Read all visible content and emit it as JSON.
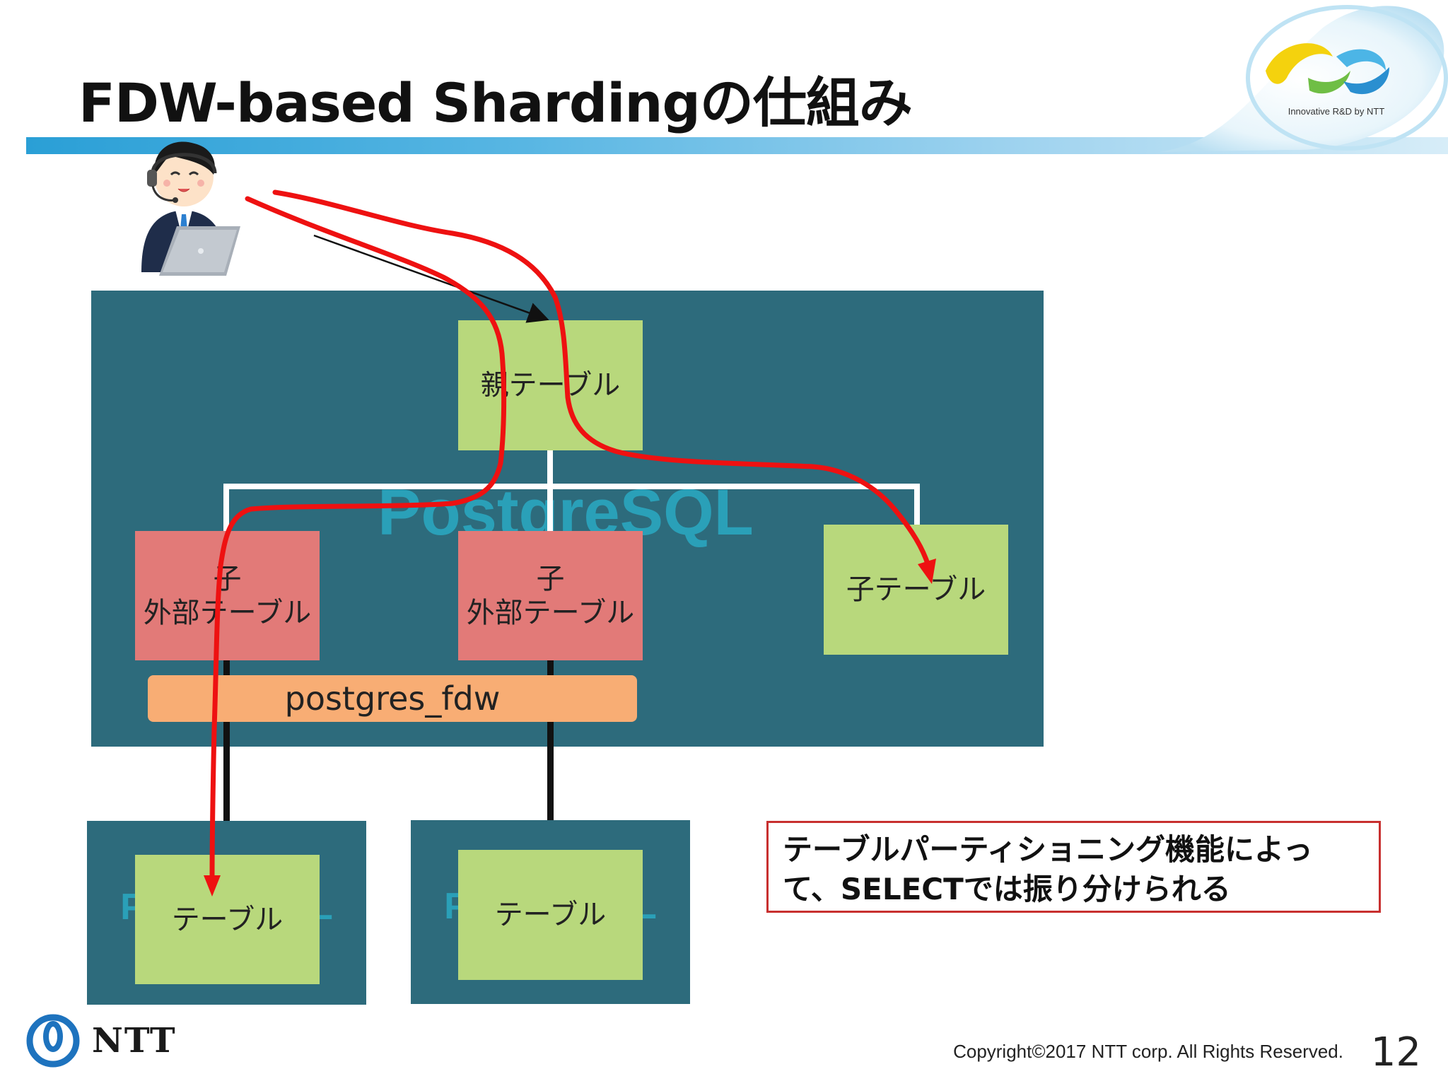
{
  "slide": {
    "title": "FDW-based Shardingの仕組み",
    "page_number": "12",
    "copyright": "Copyright©2017  NTT corp. All Rights Reserved.",
    "brand": {
      "tagline": "Innovative R&D by NTT",
      "company": "NTT",
      "band_color": "#2a9fd6"
    }
  },
  "diagram": {
    "main_server_watermark": "PostgreSQL",
    "parent_table": "親テーブル",
    "child_foreign_tables": [
      {
        "line1": "子",
        "line2": "外部テーブル"
      },
      {
        "line1": "子",
        "line2": "外部テーブル"
      }
    ],
    "child_local_table": "子テーブル",
    "fdw_label": "postgres_fdw",
    "remote_servers": [
      {
        "watermark": "PostgreSQL",
        "table": "テーブル"
      },
      {
        "watermark": "PostgreSQL",
        "table": "テーブル"
      }
    ],
    "colors": {
      "server": "#2d6b7c",
      "table_green": "#b8d87c",
      "foreign_table_red": "#e27a78",
      "fdw_orange": "#f8ad74",
      "query_path_red": "#ee1111"
    }
  },
  "callout": {
    "line1": "テーブルパーティショニング機能によっ",
    "line2": "て、SELECTでは振り分けられる"
  },
  "icons": {
    "operator": "operator-with-laptop-icon",
    "logo": "innovative-rd-logo-icon",
    "ntt": "ntt-logo-icon"
  }
}
